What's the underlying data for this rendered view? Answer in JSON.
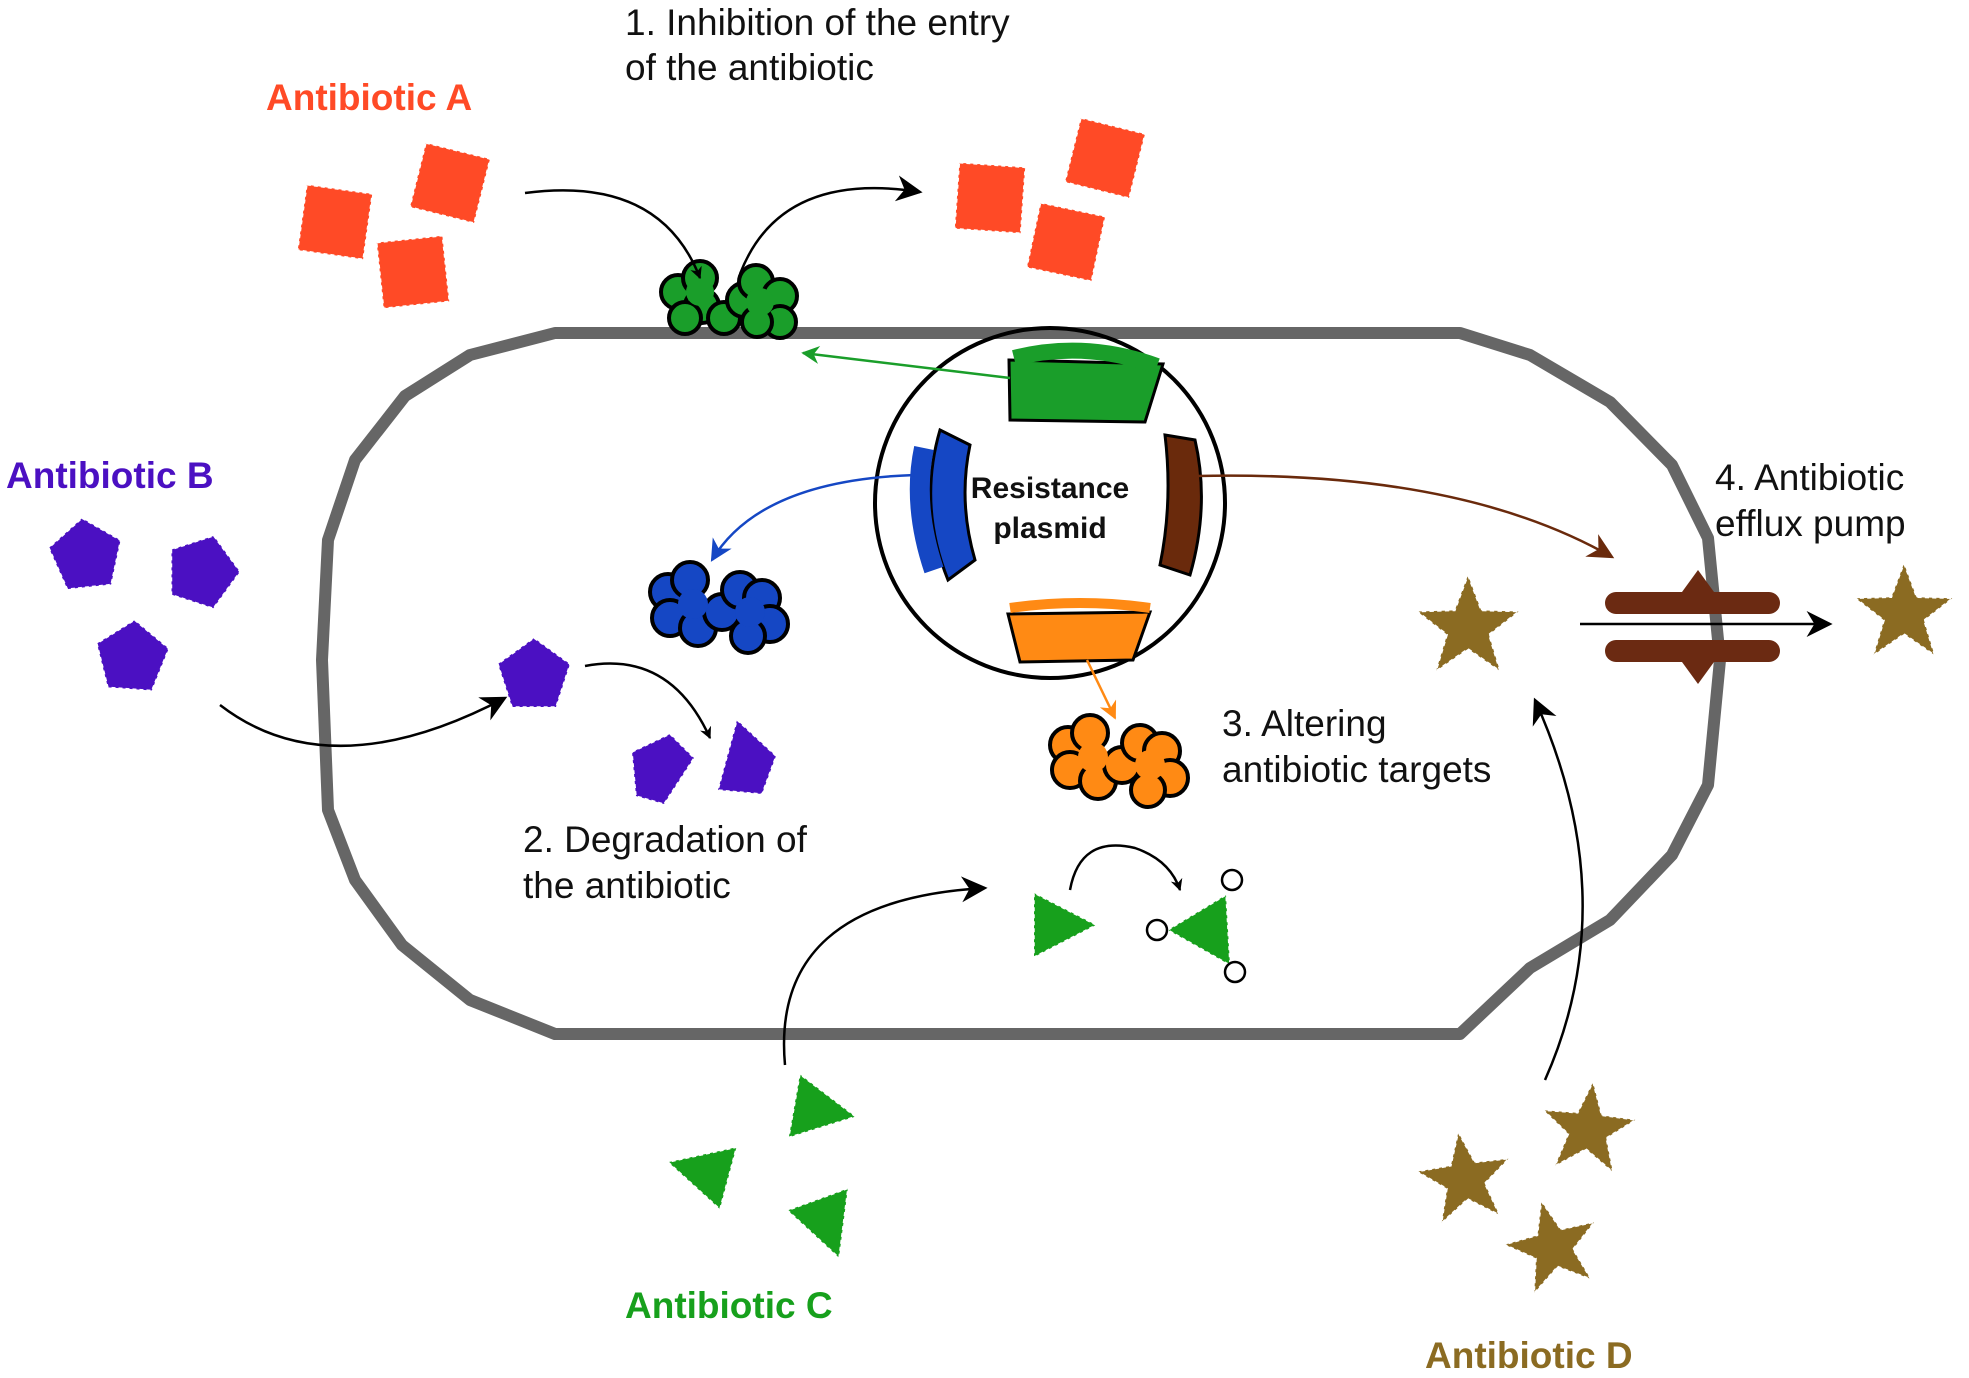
{
  "labels": {
    "antibiotic_a": "Antibiotic A",
    "antibiotic_b": "Antibiotic B",
    "antibiotic_c": "Antibiotic C",
    "antibiotic_d": "Antibiotic D",
    "mech1_line1": "1. Inhibition of the entry",
    "mech1_line2": "of the antibiotic",
    "mech2_line1": "2. Degradation of",
    "mech2_line2": "the antibiotic",
    "mech3_line1": "3. Altering",
    "mech3_line2": "antibiotic targets",
    "mech4_line1": "4. Antibiotic",
    "mech4_line2": "efflux pump",
    "plasmid_line1": "Resistance",
    "plasmid_line2": "plasmid"
  },
  "colors": {
    "antibiotic_a": "#ff4a26",
    "antibiotic_b": "#4b10c2",
    "antibiotic_c": "#17a01c",
    "antibiotic_d": "#8b6b22",
    "cell_wall": "#666666",
    "plasmid_green": "#1a9e2a",
    "plasmid_blue": "#1547c4",
    "plasmid_brown": "#6a2a0c",
    "plasmid_orange": "#ff8a14",
    "pump": "#6b2a12"
  }
}
